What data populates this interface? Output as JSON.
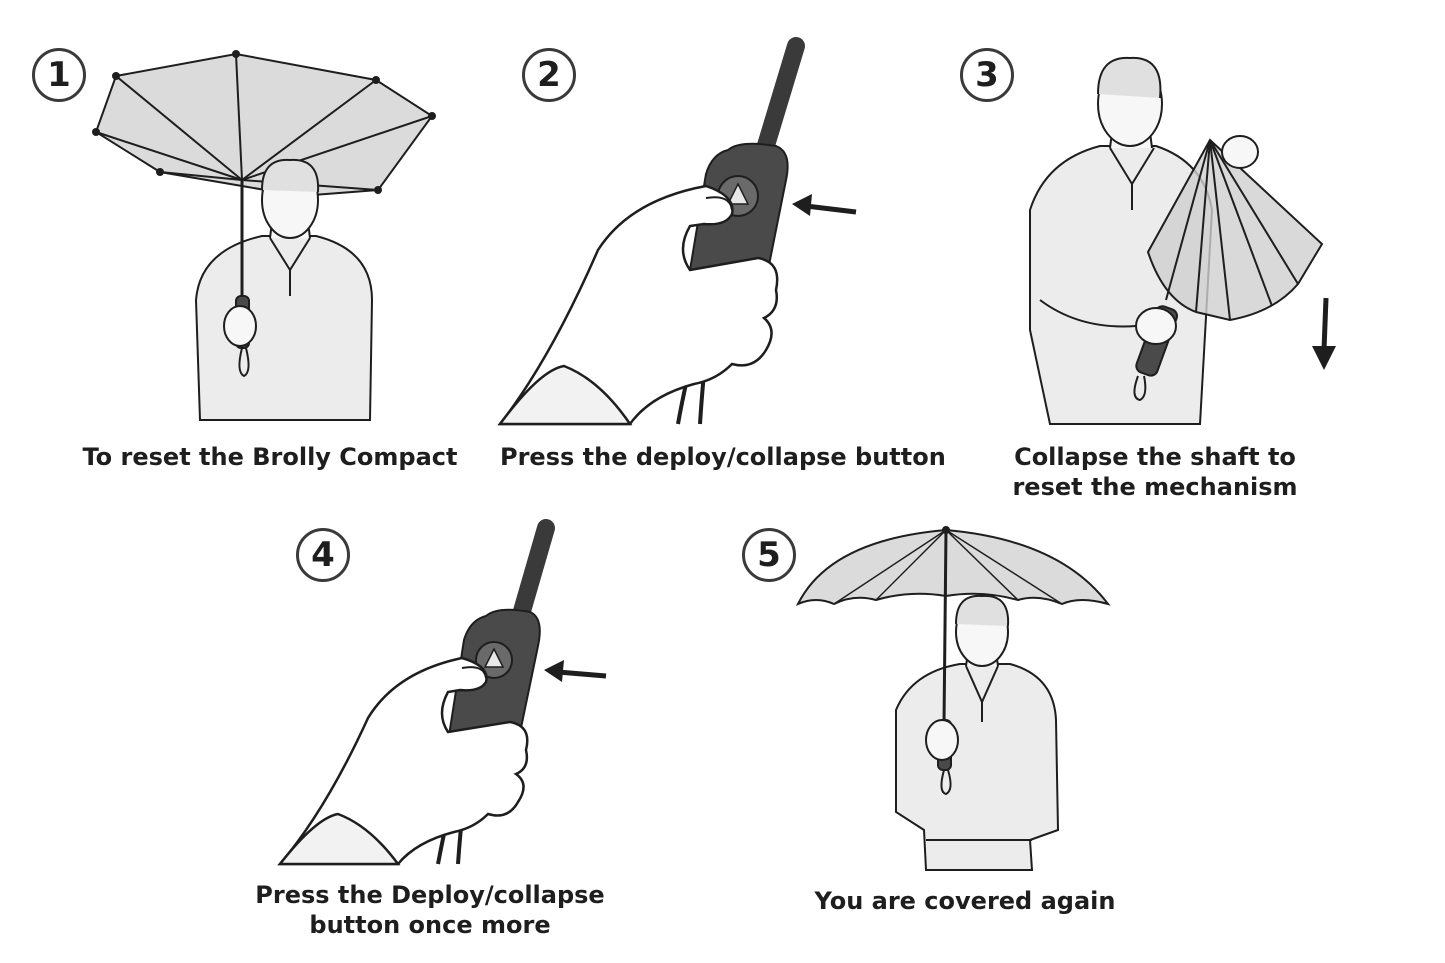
{
  "steps": [
    {
      "number": "1",
      "caption": [
        "To reset the Brolly Compact"
      ],
      "icon": "inverted-umbrella-person-icon"
    },
    {
      "number": "2",
      "caption": [
        "Press the deploy/collapse button"
      ],
      "icon": "hand-press-button-icon"
    },
    {
      "number": "3",
      "caption": [
        "Collapse the shaft to",
        "reset the mechanism"
      ],
      "icon": "collapse-umbrella-person-icon"
    },
    {
      "number": "4",
      "caption": [
        "Press the Deploy/collapse",
        "button once more"
      ],
      "icon": "hand-press-button-icon"
    },
    {
      "number": "5",
      "caption": [
        "You are covered again"
      ],
      "icon": "open-umbrella-person-icon"
    }
  ],
  "colors": {
    "line": "#1e1e1e",
    "handle": "#4a4a4a",
    "canopy": "#cfcfcf",
    "sweater": "#ececec",
    "skin": "#f7f7f7"
  }
}
